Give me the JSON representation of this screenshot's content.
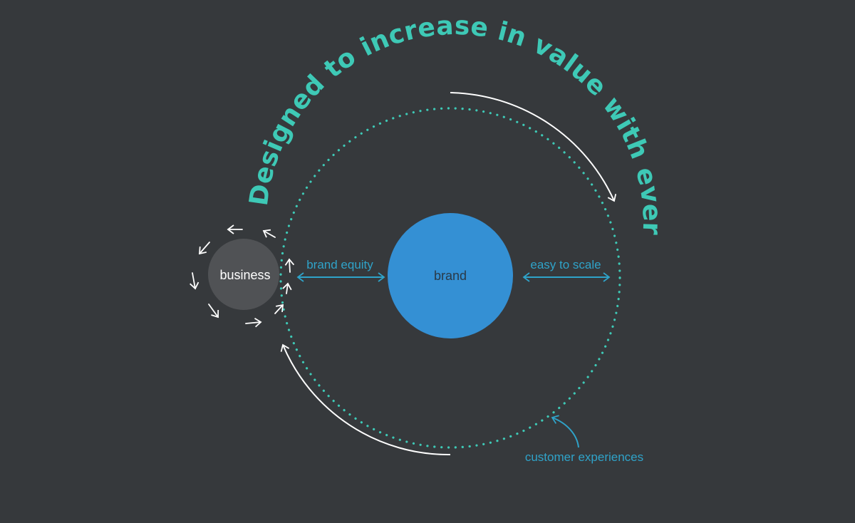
{
  "title": "Designed to increase in value with every use.",
  "nodes": {
    "business": "business",
    "brand": "brand"
  },
  "labels": {
    "brand_equity": "brand equity",
    "easy_to_scale": "easy to scale",
    "customer_experiences": "customer experiences"
  },
  "colors": {
    "background": "#36393c",
    "title": "#3ec9b6",
    "accent": "#2fa3c9",
    "brand_circle": "#3490d4",
    "business_circle": "#505255",
    "dotted_orbit": "#3ec9b6",
    "arrows": "#ffffff"
  }
}
